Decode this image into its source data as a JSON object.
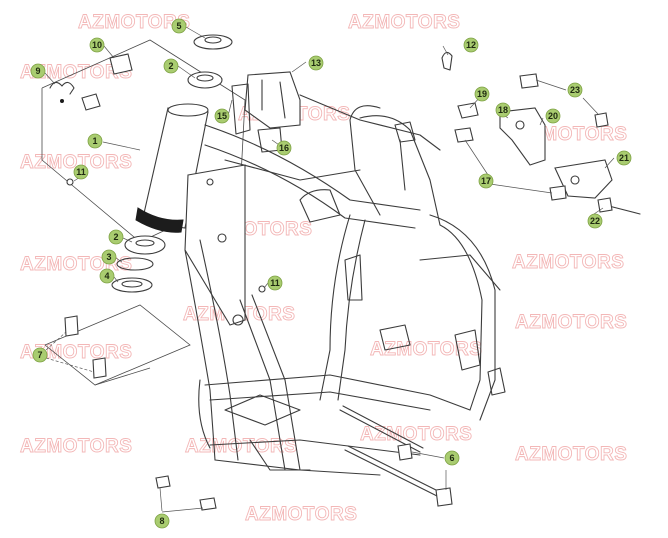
{
  "watermark_text": "AZMOTORS",
  "callouts": [
    {
      "number": "1"
    },
    {
      "number": "2"
    },
    {
      "number": "2"
    },
    {
      "number": "3"
    },
    {
      "number": "4"
    },
    {
      "number": "5"
    },
    {
      "number": "6"
    },
    {
      "number": "7"
    },
    {
      "number": "8"
    },
    {
      "number": "9"
    },
    {
      "number": "10"
    },
    {
      "number": "11"
    },
    {
      "number": "11"
    },
    {
      "number": "12"
    },
    {
      "number": "13"
    },
    {
      "number": "15"
    },
    {
      "number": "16"
    },
    {
      "number": "17"
    },
    {
      "number": "18"
    },
    {
      "number": "19"
    },
    {
      "number": "20"
    },
    {
      "number": "21"
    },
    {
      "number": "22"
    },
    {
      "number": "23"
    }
  ],
  "colors": {
    "callout_fill": "#a9cc70",
    "watermark": "#f3b7b7",
    "line_art": "#3c3c3c"
  }
}
